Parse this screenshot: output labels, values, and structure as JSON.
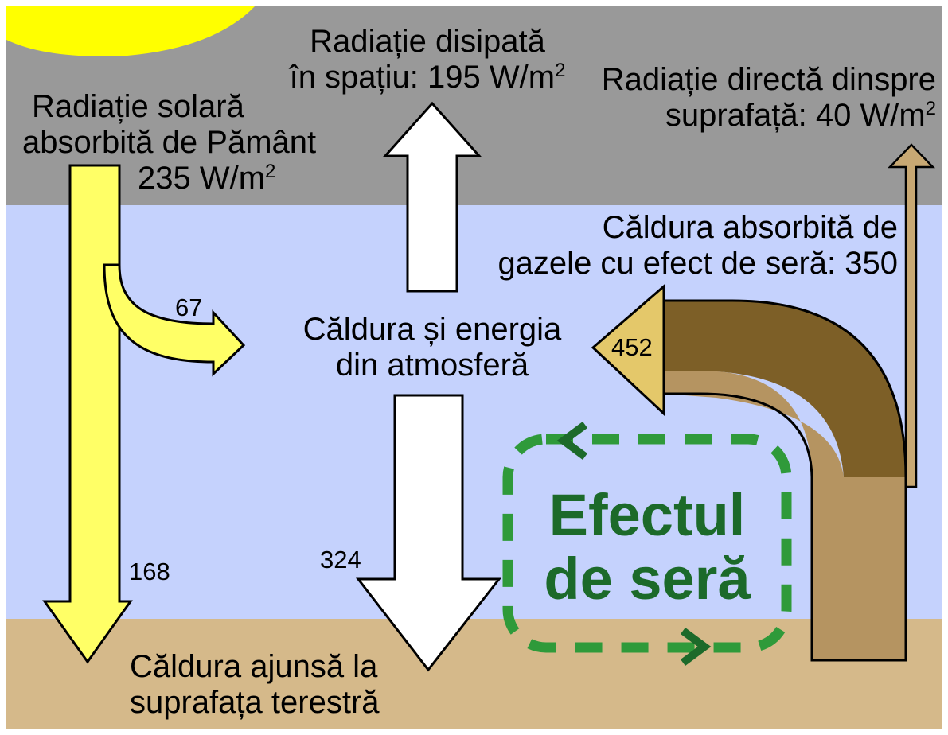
{
  "colors": {
    "space": "#999999",
    "atmosphere": "#c5d2fd",
    "ground": "#d5b98a",
    "sun": "#ffff00",
    "solar_arrow": "#ffff66",
    "white_arrow": "#ffffff",
    "dark_brown": "#7d5f27",
    "light_brown": "#b59461",
    "brown_head": "#e4c86a",
    "thin_arrow": "#c8a873",
    "greenhouse_green": "#2f9a3a",
    "greenhouse_text": "#1c6a2a"
  },
  "labels": {
    "solar": {
      "line1": "Radiație solară",
      "line2": "absorbită de Pământ",
      "value": "235 W/m",
      "exp": "2"
    },
    "dissipated": {
      "line1": "Radiație disipată",
      "line2": "în spațiu: 195 W/m",
      "exp": "2"
    },
    "direct": {
      "line1": "Radiație directă dinspre",
      "line2": "suprafață: 40 W/m",
      "exp": "2"
    },
    "absorbed_gas": {
      "line1": "Căldura absorbită de",
      "line2": "gazele cu efect de seră: 350"
    },
    "atmosphere_energy": {
      "line1": "Căldura și energia",
      "line2": "din atmosferă"
    },
    "surface_heat": {
      "line1": "Căldura ajunsă la",
      "line2": "suprafața terestră"
    },
    "greenhouse": {
      "line1": "Efectul",
      "line2": "de seră"
    }
  },
  "values": {
    "to_atmosphere": "67",
    "to_surface": "168",
    "back_radiation": "324",
    "surface_emission": "452"
  },
  "icons": {
    "sun": "sun-icon",
    "cycle_arrows": "chevron-icon"
  }
}
